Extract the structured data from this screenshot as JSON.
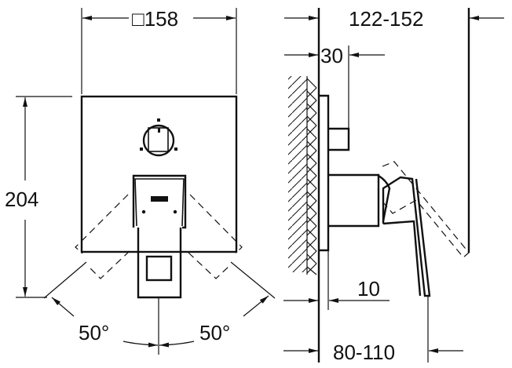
{
  "drawing": {
    "type": "technical-dimension-drawing",
    "subject": "concealed shower mixer trim plate with lever (front and side views)",
    "front_view": {
      "width_label": "□158",
      "height_label": "204",
      "left_angle_label": "50°",
      "right_angle_label": "50°"
    },
    "side_view": {
      "depth_range_label": "122-152",
      "cap_depth_label": "30",
      "plate_thickness_label": "10",
      "lever_projection_label": "80-110"
    },
    "colors": {
      "line": "#111111",
      "background": "#ffffff"
    }
  }
}
